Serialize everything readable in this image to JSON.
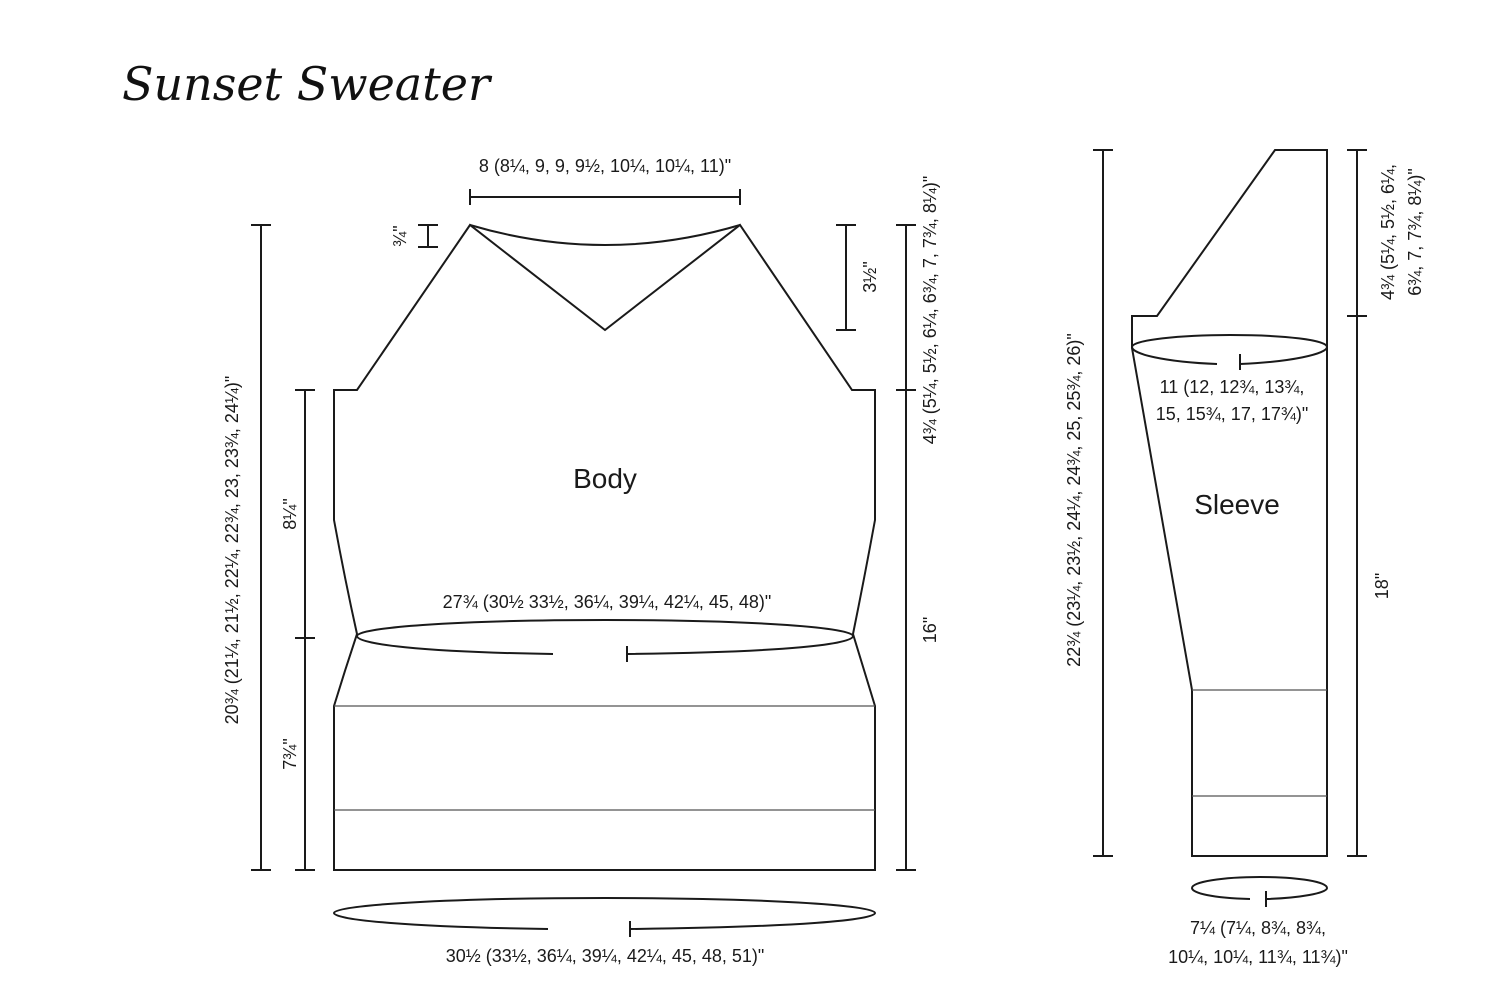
{
  "title": "Sunset Sweater",
  "body": {
    "label": "Body",
    "neck_width": "8 (8¼, 9, 9, 9½, 10¼, 10¼, 11)\"",
    "neck_drop_back": "¾\"",
    "neck_drop_front": "3½\"",
    "total_length": "20¾ (21¼, 21½, 22¼, 22¾, 23, 23¾, 24¼)\"",
    "armhole_depth": "4¾ (5¼, 5½, 6¼, 6¾, 7, 7¾, 8¼)\"",
    "waist_to_underarm": "8¼\"",
    "hem_to_waist": "7¾\"",
    "hem_to_underarm": "16\"",
    "waist_circumference": "27¾ (30½ 33½, 36¼, 39¼, 42¼, 45, 48)\"",
    "hem_circumference": "30½ (33½, 36¼, 39¼, 42¼, 45, 48, 51)\""
  },
  "sleeve": {
    "label": "Sleeve",
    "total_length": "22¾ (23¼, 23½, 24¼, 24¾, 25, 25¾, 26)\"",
    "cap_depth_line1": "4¾ (5¼, 5½, 6¼,",
    "cap_depth_line2": "6¾, 7, 7¾, 8¼)\"",
    "underarm_length": "18\"",
    "upper_arm_line1": "11 (12, 12¾, 13¾,",
    "upper_arm_line2": "15, 15¾, 17, 17¾)\"",
    "cuff_line1": "7¼ (7¼, 8¾, 8¾,",
    "cuff_line2": "10¼, 10¼, 11¾, 11¾)\""
  }
}
